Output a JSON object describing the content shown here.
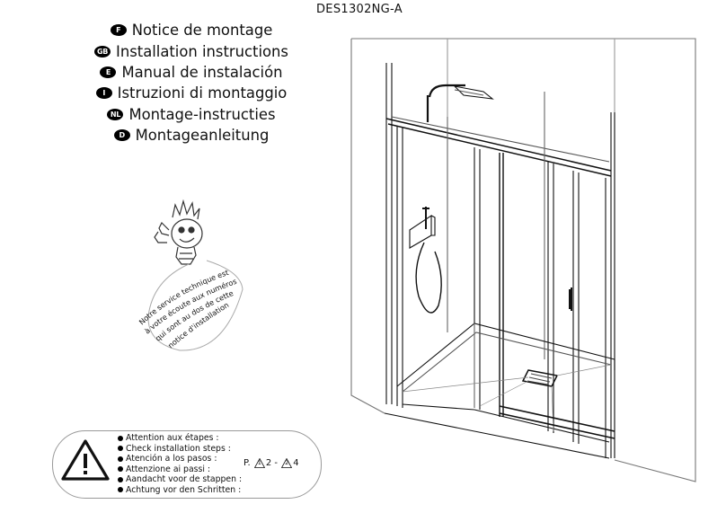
{
  "reference": "DES1302NG-A",
  "languages": [
    {
      "code": "F",
      "label": "Notice de montage"
    },
    {
      "code": "GB",
      "label": "Installation instructions"
    },
    {
      "code": "E",
      "label": "Manual de instalación"
    },
    {
      "code": "I",
      "label": "Istruzioni di montaggio"
    },
    {
      "code": "NL",
      "label": "Montage-instructies"
    },
    {
      "code": "D",
      "label": "Montageanleitung"
    }
  ],
  "support_note": {
    "line1": "Notre service technique est",
    "line2": "à votre écoute aux numéros",
    "line3": "qui sont au dos de cette",
    "line4": "notice d'installation"
  },
  "steps_notice": {
    "lines": [
      "Attention aux étapes :",
      "Check installation steps :",
      "Atención a los pasos :",
      "Attenzione ai passi :",
      "Aandacht voor de stappen :",
      "Achtung vor den Schritten :"
    ],
    "pages_prefix": "P.",
    "step_a": "1",
    "page_a": "2",
    "separator": "-",
    "step_b": "2",
    "page_b": "4"
  }
}
